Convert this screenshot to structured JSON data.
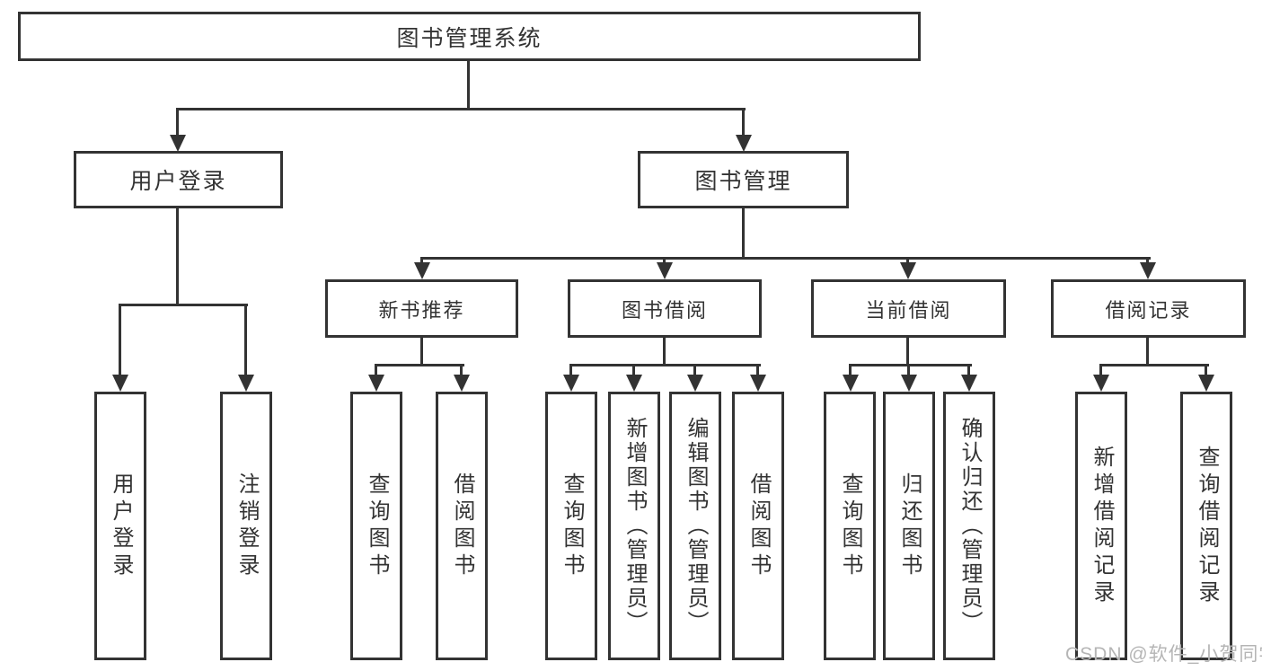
{
  "colors": {
    "background": "#ffffff",
    "box_border": "#333333",
    "connector": "#333333",
    "text": "#333333",
    "watermark": "#b5b5b5"
  },
  "watermark": "CSDN @软件_小贺同学",
  "tree": {
    "label": "图书管理系统",
    "children": [
      {
        "label": "用户登录",
        "children": [
          {
            "label": "用户登录"
          },
          {
            "label": "注销登录"
          }
        ]
      },
      {
        "label": "图书管理",
        "children": [
          {
            "label": "新书推荐",
            "children": [
              {
                "label": "查询图书"
              },
              {
                "label": "借阅图书"
              }
            ]
          },
          {
            "label": "图书借阅",
            "children": [
              {
                "label": "查询图书"
              },
              {
                "label": "新增图书（管理员）"
              },
              {
                "label": "编辑图书（管理员）"
              },
              {
                "label": "借阅图书"
              }
            ]
          },
          {
            "label": "当前借阅",
            "children": [
              {
                "label": "查询图书"
              },
              {
                "label": "归还图书"
              },
              {
                "label": "确认归还（管理员）"
              }
            ]
          },
          {
            "label": "借阅记录",
            "children": [
              {
                "label": "新增借阅记录"
              },
              {
                "label": "查询借阅记录"
              }
            ]
          }
        ]
      }
    ]
  }
}
